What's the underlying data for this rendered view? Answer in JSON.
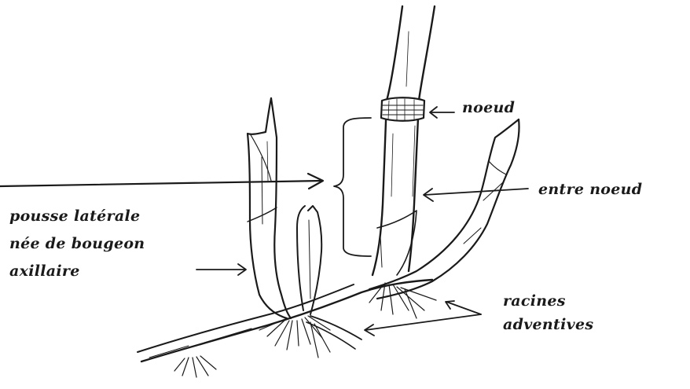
{
  "labels": {
    "noeud": "noeud",
    "entre_noeud": "entre noeud",
    "pousse_line1": "pousse latérale",
    "pousse_line2": "née de bougeon",
    "pousse_line3": "axillaire",
    "racines_line1": "racines",
    "racines_line2": "adventives"
  },
  "colors": {
    "ink": "#1a1a1a",
    "background": "#ffffff"
  }
}
